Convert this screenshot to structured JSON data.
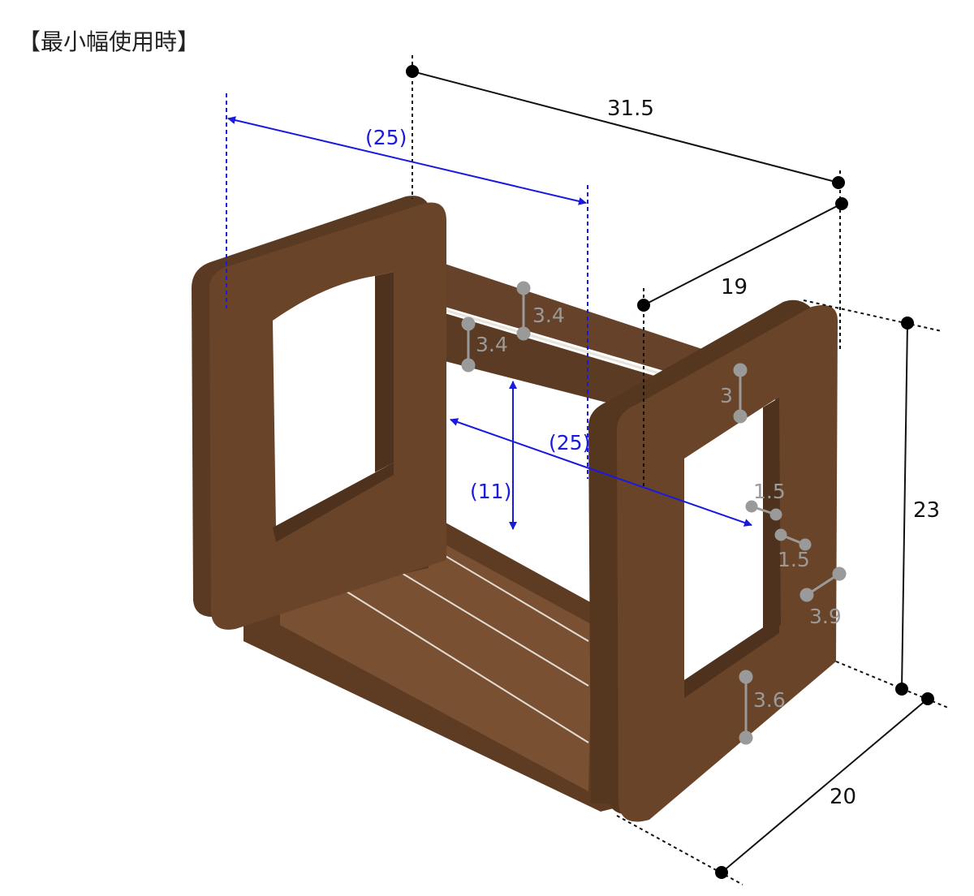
{
  "title": "【最小幅使用時】",
  "dimensions": {
    "overall_width": "31.5",
    "depth_top": "19",
    "height": "23",
    "depth_bottom": "20"
  },
  "inner_dimensions": {
    "max_span_top": "(25)",
    "max_span_inner": "(25)",
    "inner_height": "(11)"
  },
  "detail_dimensions": {
    "rail_upper": "3.4",
    "rail_lower": "3.4",
    "frame_top": "3",
    "frame_inner_1": "1.5",
    "frame_inner_2": "1.5",
    "frame_side": "3.9",
    "frame_bottom": "3.6"
  },
  "colors": {
    "wood_dark": "#4e321d",
    "wood_mid": "#66422a",
    "wood_light": "#7a5033",
    "dimension_black": "#111111",
    "dimension_blue": "#1a1adf",
    "dimension_gray": "#9a9a9a"
  }
}
